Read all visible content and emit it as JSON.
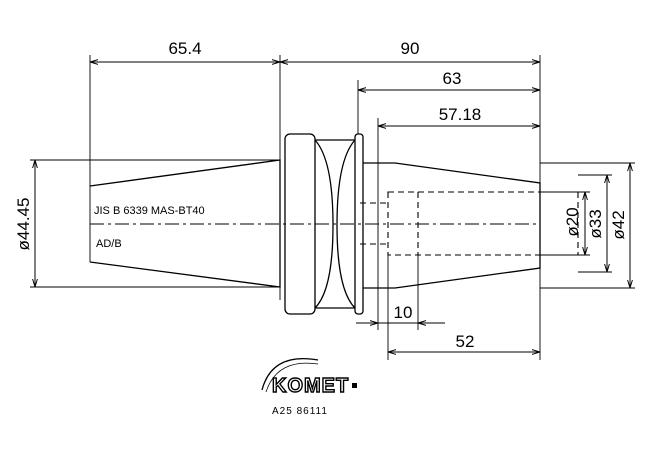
{
  "dimensions": {
    "taper_length": "65.4",
    "total_length": "90",
    "bore_depth": "63",
    "body_length": "57.18",
    "clamp_depth": "10",
    "shank_length": "52",
    "flange_diameter": "ø44.45",
    "bore_diameter": "ø20",
    "inner_diameter": "ø33",
    "outer_diameter": "ø42"
  },
  "labels": {
    "taper_standard": "JIS B 6339 MAS-BT40",
    "form": "AD/B"
  },
  "logo": {
    "brand": "KOMET",
    "part_code": "A25 86111"
  }
}
